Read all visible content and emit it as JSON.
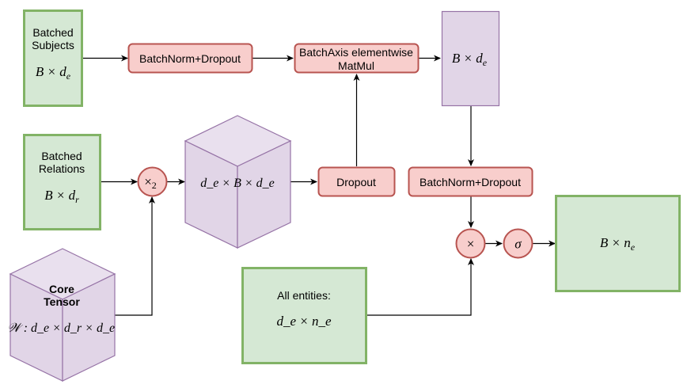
{
  "nodes": {
    "batched_subjects": {
      "label_line1": "Batched",
      "label_line2": "Subjects",
      "math": "B × d",
      "math_sub": "e"
    },
    "batched_relations": {
      "label_line1": "Batched",
      "label_line2": "Relations",
      "math": "B × d",
      "math_sub": "r"
    },
    "core_tensor": {
      "label_line1": "Core",
      "label_line2": "Tensor",
      "math": "𝒲 : d_e × d_r × d_e"
    },
    "batchnorm_dropout_top": {
      "label": "BatchNorm+Dropout"
    },
    "batchaxis_matmul": {
      "label_line1": "BatchAxis elementwise",
      "label_line2": "MatMul"
    },
    "result_top": {
      "math": "B × d",
      "math_sub": "e"
    },
    "mode2_product": {
      "symbol": "×",
      "subscript": "2"
    },
    "intermediate_cube": {
      "math": "d_e × B × d_e"
    },
    "dropout": {
      "label": "Dropout"
    },
    "batchnorm_dropout_mid": {
      "label": "BatchNorm+Dropout"
    },
    "multiply": {
      "symbol": "×"
    },
    "sigmoid": {
      "symbol": "σ"
    },
    "output": {
      "math": "B × n",
      "math_sub": "e"
    },
    "all_entities": {
      "label": "All entities:",
      "math": "d_e × n_e"
    }
  },
  "colors": {
    "green_fill": "#d5e8d4",
    "green_stroke": "#82b366",
    "purple_fill": "#e1d5e7",
    "purple_stroke": "#9673a6",
    "red_fill": "#f8cecc",
    "red_stroke": "#b85450",
    "arrow": "#000000"
  }
}
